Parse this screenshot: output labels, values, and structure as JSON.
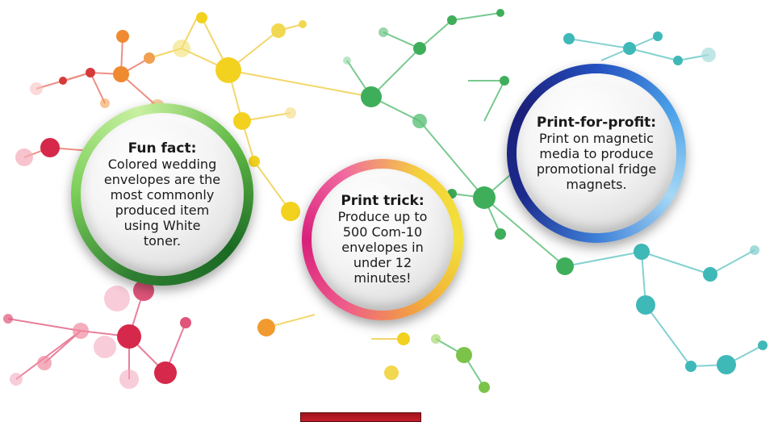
{
  "bubbles": {
    "fun_fact": {
      "heading": "Fun fact:",
      "lines": [
        "Colored wedding",
        "envelopes are the",
        "most commonly",
        "produced item",
        "using White",
        "toner."
      ]
    },
    "print_trick": {
      "heading": "Print trick:",
      "lines": [
        "Produce up to",
        "500 Com-10",
        "envelopes in",
        "under 12",
        "minutes!"
      ]
    },
    "print_for_profit": {
      "heading": "Print-for-profit:",
      "lines": [
        "Print on magnetic",
        "media to produce",
        "promotional fridge",
        "magnets."
      ]
    }
  },
  "colors": {
    "red": "#d62a4a",
    "orange": "#f08a2a",
    "yellow": "#f2d21f",
    "green": "#3fae5a",
    "teal": "#3fb8b8",
    "green_ring": "#3a9e3a",
    "pink_ring": "#e0337e",
    "blue_ring": "#2341a8",
    "tab": "#c41e2a"
  }
}
